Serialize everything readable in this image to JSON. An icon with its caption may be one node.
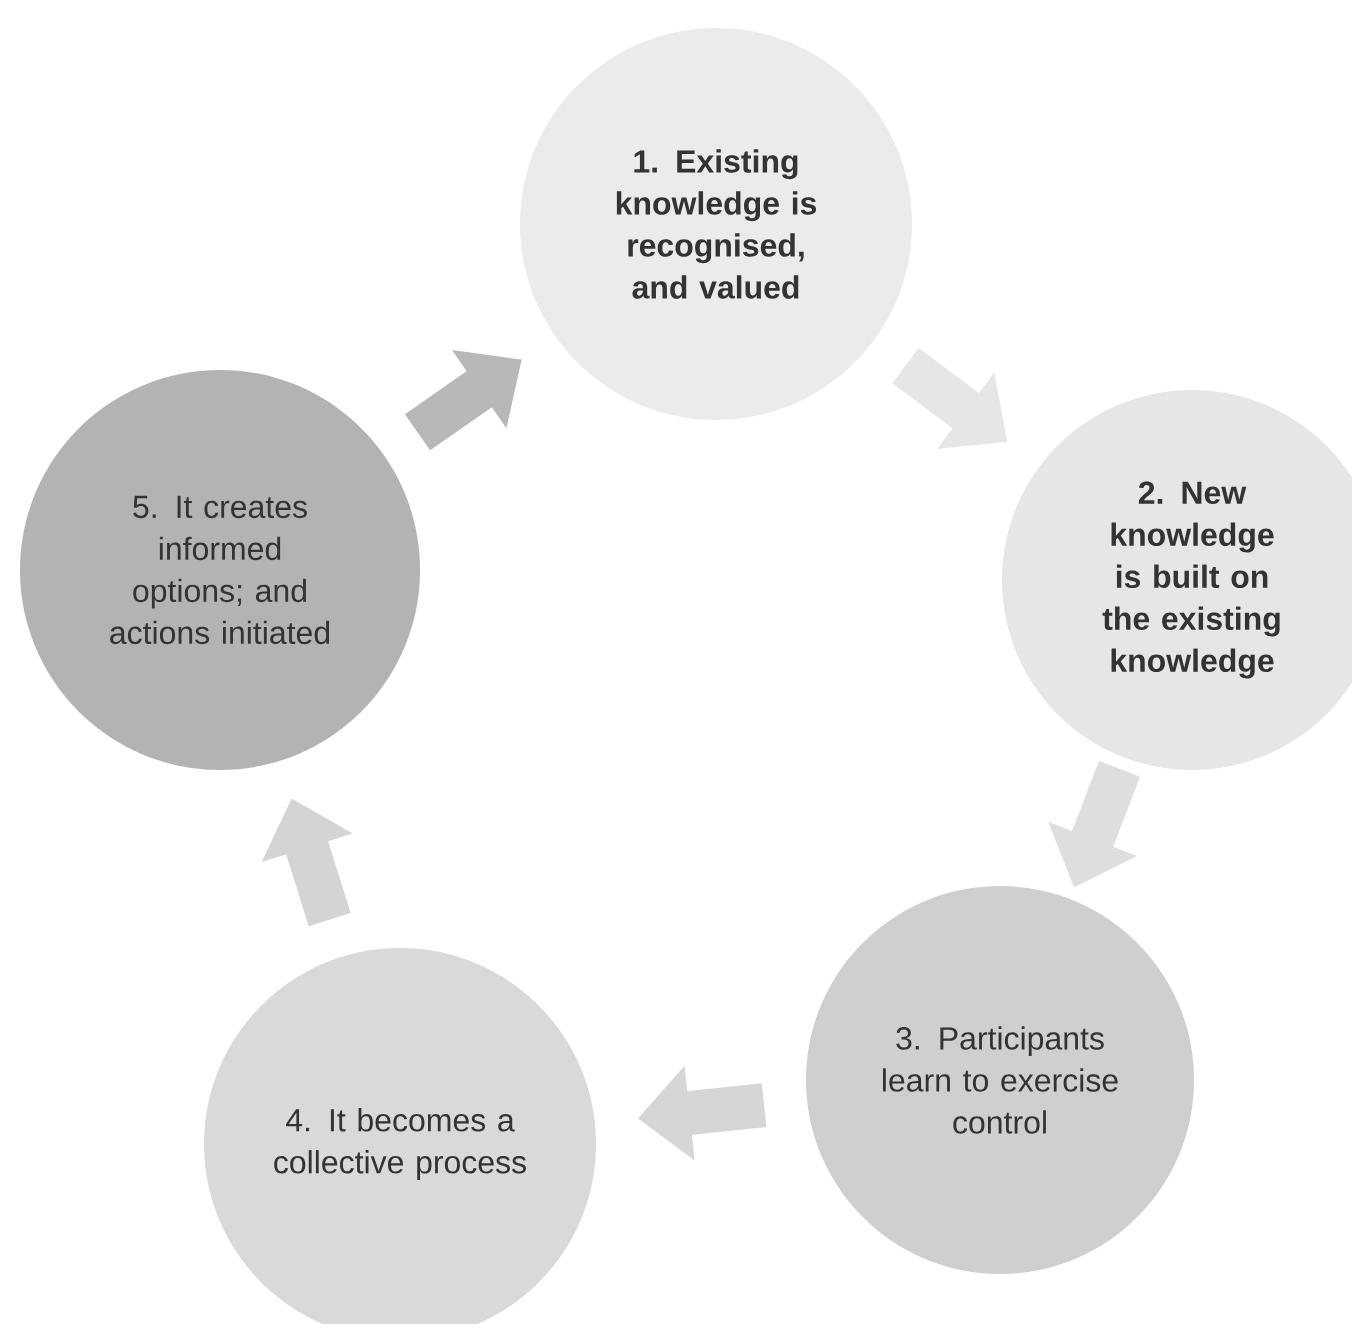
{
  "diagram": {
    "nodes": [
      {
        "text": [
          "1. Existing knowledge is recognised, and valued"
        ]
      },
      {
        "text": [
          "2. New knowledge is built on the existing knowledge"
        ]
      },
      {
        "text": [
          "3. Participants learn to exercise control"
        ]
      },
      {
        "text": [
          "4. It becomes a collective process"
        ]
      },
      {
        "text": [
          "5. It creates informed options; and actions initiated"
        ]
      }
    ],
    "edges": [
      {
        "from": 0,
        "to": 1,
        "arrow": "to",
        "color": "#e6e6e6"
      },
      {
        "from": 1,
        "to": 2,
        "arrow": "to",
        "color": "#dedede"
      },
      {
        "from": 2,
        "to": 3,
        "arrow": "to",
        "color": "#d6d6d6"
      },
      {
        "from": 3,
        "to": 4,
        "arrow": "to",
        "color": "#d4d4d4"
      },
      {
        "from": 4,
        "to": 0,
        "arrow": "to",
        "color": "#b8b8b8"
      }
    ]
  }
}
